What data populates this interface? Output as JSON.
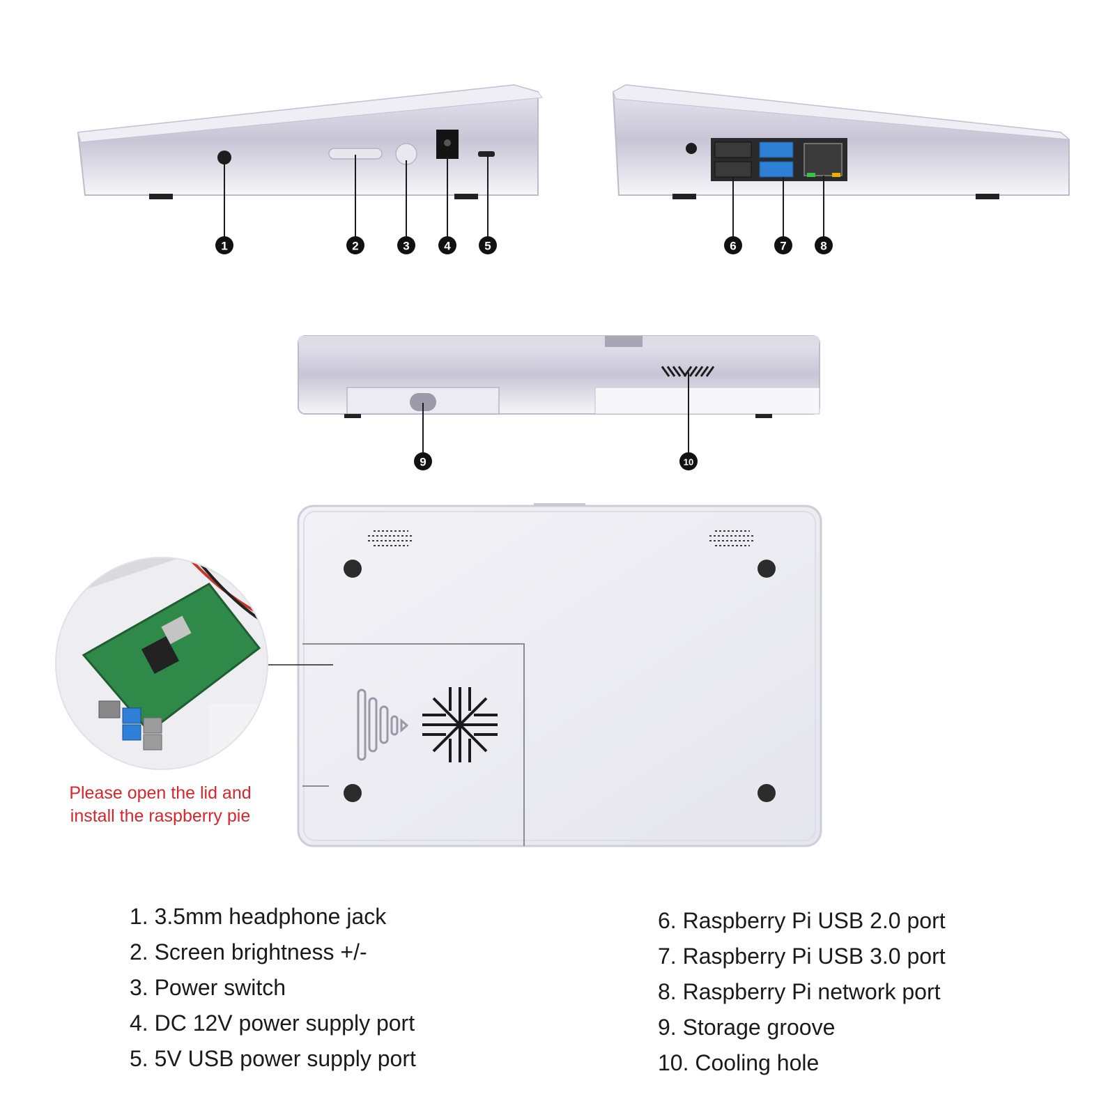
{
  "callouts": [
    "1",
    "2",
    "3",
    "4",
    "5",
    "6",
    "7",
    "8",
    "9",
    "10"
  ],
  "note": {
    "line1": "Please open the lid and",
    "line2": "install the raspberry pie"
  },
  "legend_left": [
    "1. 3.5mm headphone jack",
    "2. Screen brightness +/-",
    "3. Power switch",
    "4. DC 12V power supply port",
    "5. 5V USB power supply port"
  ],
  "legend_right": [
    "6. Raspberry Pi USB 2.0 port",
    "7. Raspberry Pi USB 3.0 port",
    "8. Raspberry Pi network port",
    "9. Storage groove",
    "10. Cooling hole"
  ],
  "colors": {
    "device_top": "#e6e4ee",
    "device_side": "#c9c6d6",
    "device_base": "#f4f4f7",
    "usb3_blue": "#2e7fd6",
    "note_red": "#d6262b",
    "pcb_green": "#2f8a4a"
  }
}
